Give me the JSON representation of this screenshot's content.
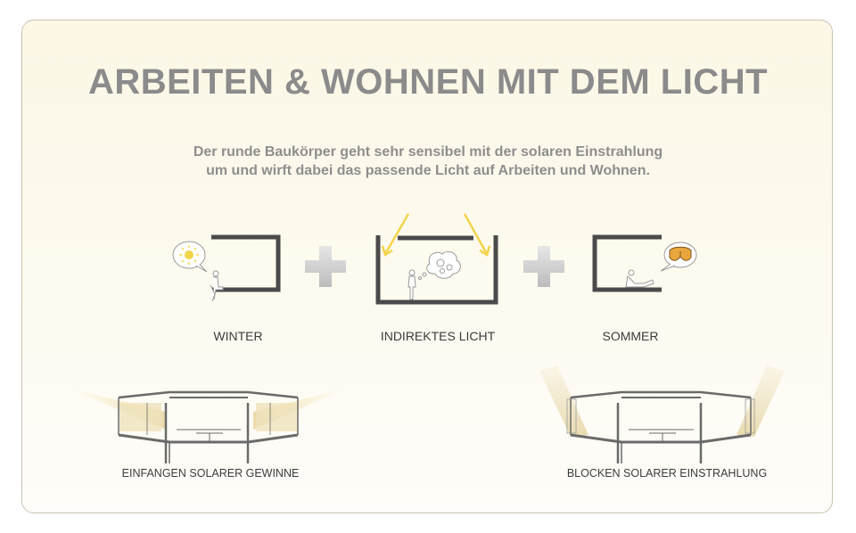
{
  "title": "ARBEITEN & WOHNEN MIT DEM LICHT",
  "subtitle": {
    "line1": "Der runde Baukörper geht sehr sensibel mit der solaren Einstrahlung",
    "line2": "um und wirft dabei das passende Licht auf Arbeiten und Wohnen."
  },
  "panels": {
    "winter": "WINTER",
    "indirect": "INDIREKTES LICHT",
    "summer": "SOMMER"
  },
  "sections": {
    "left": "EINFANGEN SOLARER GEWINNE",
    "right": "BLOCKEN SOLARER EINSTRAHLUNG"
  },
  "colors": {
    "frame": "#4a4a4a",
    "sun_yellow": "#f2d54a",
    "plus_gray": "#cfcfcf",
    "title_gray": "#8b8b8b"
  },
  "icons": [
    "sun-thought-icon",
    "gears-thought-icon",
    "sunglasses-thought-icon",
    "plus-icon"
  ]
}
